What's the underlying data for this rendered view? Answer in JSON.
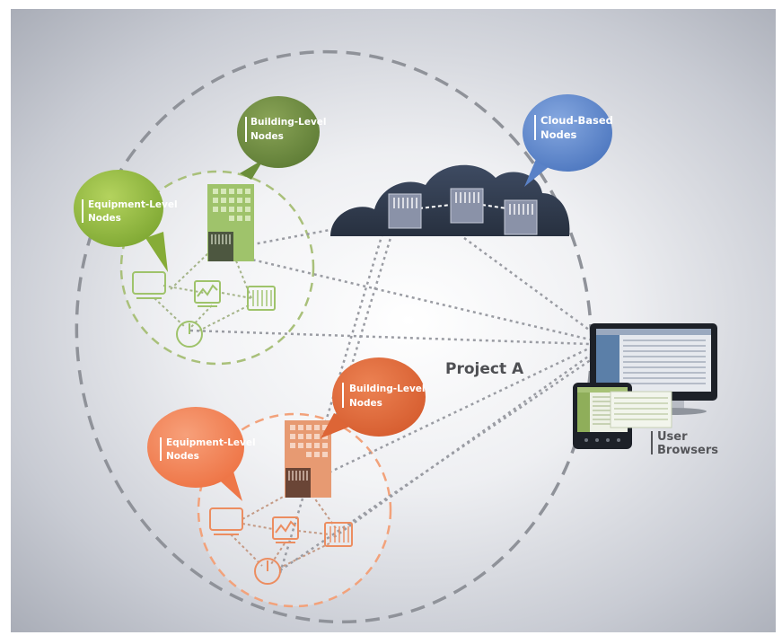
{
  "project": {
    "label": "Project A"
  },
  "bubbles": {
    "green_building": {
      "line1": "Building-Level",
      "line2": "Nodes"
    },
    "green_equipment": {
      "line1": "Equipment-Level",
      "line2": "Nodes"
    },
    "cloud": {
      "line1": "Cloud-Based",
      "line2": "Nodes"
    },
    "orange_building": {
      "line1": "Building-Level",
      "line2": "Nodes"
    },
    "orange_equipment": {
      "line1": "Equipment-Level",
      "line2": "Nodes"
    }
  },
  "browsers": {
    "line1": "User",
    "line2": "Browsers"
  },
  "colors": {
    "green": "#8cb43c",
    "green_dark": "#6b8e3a",
    "orange": "#f0844e",
    "orange_dark": "#e4683b",
    "cloud_fill": "#313d52",
    "cloud_bubble": "#5a82c7",
    "dashed_gray": "#8f9299"
  },
  "icons": [
    "building-icon",
    "monitor-icon",
    "chart-icon",
    "io-module-icon",
    "gauge-icon",
    "server-node-icon",
    "cloud-icon",
    "desktop-screen-icon",
    "tablet-icon"
  ]
}
